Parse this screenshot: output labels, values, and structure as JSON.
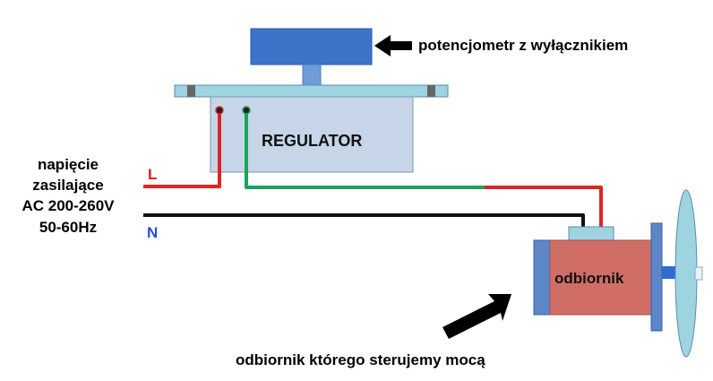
{
  "labels": {
    "potentiometer": "potencjometr z wyłącznikiem",
    "regulator": "REGULATOR",
    "supply_lines": [
      "napięcie",
      "zasilające",
      "AC 200-260V",
      "50-60Hz"
    ],
    "line_L": "L",
    "line_N": "N",
    "load": "odbiornik",
    "load_caption": "odbiornik którego sterujemy mocą"
  },
  "colors": {
    "knob": "#3b74c9",
    "shaft": "#6f9bd8",
    "plate": "#9ed3e0",
    "regulator_body": "#c6d6e8",
    "wire_live": "#e02424",
    "wire_neutral": "#111111",
    "wire_out": "#1aa35a",
    "motor_body": "#d06e66",
    "motor_end": "#5d86c9",
    "fan": "#9ed3e0",
    "label_L": "#e31b1b",
    "label_N": "#1f4fe0",
    "text": "#000000"
  },
  "icons": [
    "arrow-left-icon",
    "arrow-up-right-icon"
  ]
}
